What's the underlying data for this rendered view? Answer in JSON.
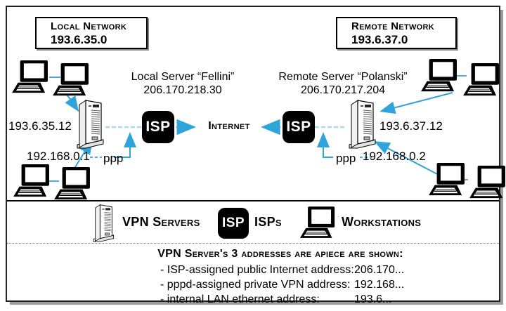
{
  "diagram": {
    "local_network": {
      "title": "Local Network",
      "subnet": "193.6.35.0"
    },
    "remote_network": {
      "title": "Remote Network",
      "subnet": "193.6.37.0"
    },
    "local_server": {
      "name": "Local Server “Fellini”",
      "public_ip": "206.170.218.30",
      "lan_ip": "193.6.35.12",
      "vpn_ip": "192.168.0.1",
      "ppp_label": "ppp"
    },
    "remote_server": {
      "name": "Remote Server “Polanski”",
      "public_ip": "206.170.217.204",
      "lan_ip": "193.6.37.12",
      "vpn_ip": "192.168.0.2",
      "ppp_label": "ppp"
    },
    "isp_label": "ISP",
    "internet_label": "Internet"
  },
  "legend": {
    "vpn_servers_label": "VPN Servers",
    "isp_badge_label": "ISP",
    "isps_label": "ISPs",
    "workstations_label": "Workstations"
  },
  "address_info": {
    "title": "VPN Server's 3 addresses are apiece are shown:",
    "items": [
      {
        "label": "- ISP-assigned public Internet address:",
        "value": "206.170..."
      },
      {
        "label": "- pppd-assigned private VPN address:",
        "value": "192.168..."
      },
      {
        "label": "- internal LAN ethernet address:",
        "value": "193.6..."
      }
    ]
  },
  "colors": {
    "arrow_blue": "#2fa4db",
    "light_line_blue": "#a7d9f0",
    "connector_blue": "#4aaede",
    "badge_black": "#000000"
  }
}
